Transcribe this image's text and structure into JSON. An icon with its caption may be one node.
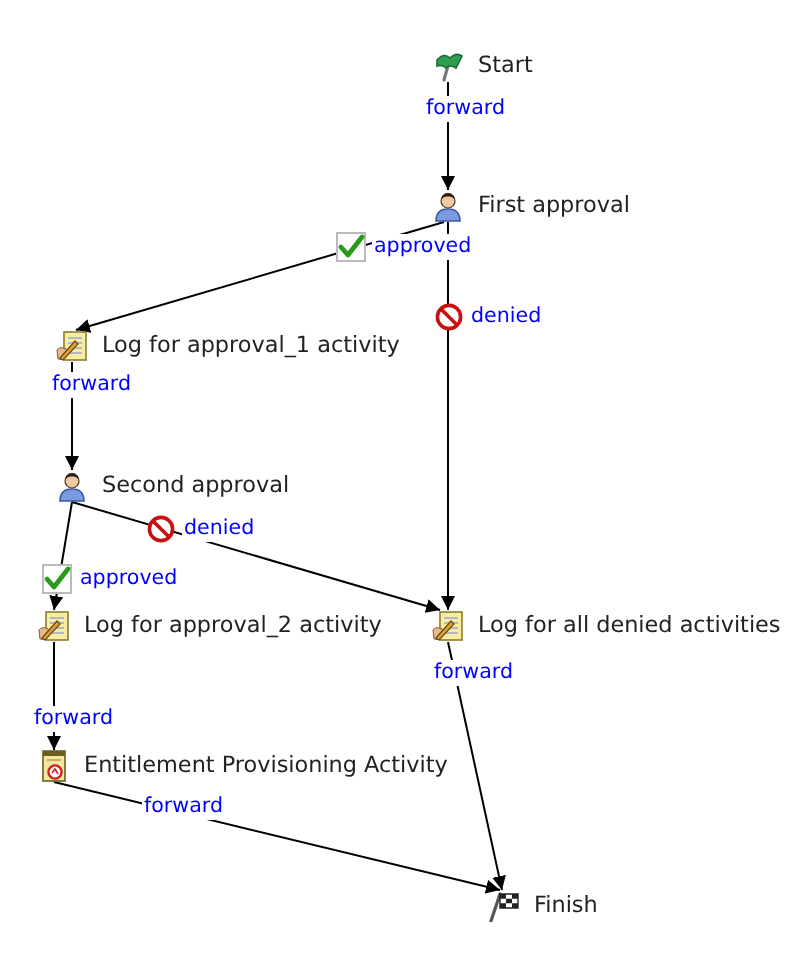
{
  "diagram": {
    "nodes": [
      {
        "text": [
          "Start"
        ]
      },
      {
        "text": [
          "First approval"
        ]
      },
      {
        "text": [
          "Log for approval_1 activity"
        ]
      },
      {
        "text": [
          "Second approval"
        ]
      },
      {
        "text": [
          "Log for approval_2 activity"
        ]
      },
      {
        "text": [
          "Log for all denied activities"
        ]
      },
      {
        "text": [
          "Entitlement Provisioning Activity"
        ]
      },
      {
        "text": [
          "Finish"
        ]
      }
    ],
    "edges": [
      {
        "from": 0,
        "to": 1,
        "arrow": "to",
        "label": "forward"
      },
      {
        "from": 1,
        "to": 2,
        "arrow": "to",
        "label": "approved"
      },
      {
        "from": 1,
        "to": 5,
        "arrow": "to",
        "label": "denied"
      },
      {
        "from": 2,
        "to": 3,
        "arrow": "to",
        "label": "forward"
      },
      {
        "from": 3,
        "to": 4,
        "arrow": "to",
        "label": "approved"
      },
      {
        "from": 3,
        "to": 5,
        "arrow": "to",
        "label": "denied"
      },
      {
        "from": 4,
        "to": 6,
        "arrow": "to",
        "label": "forward"
      },
      {
        "from": 5,
        "to": 7,
        "arrow": "to",
        "label": "forward"
      },
      {
        "from": 6,
        "to": 7,
        "arrow": "to",
        "label": "forward"
      }
    ]
  }
}
